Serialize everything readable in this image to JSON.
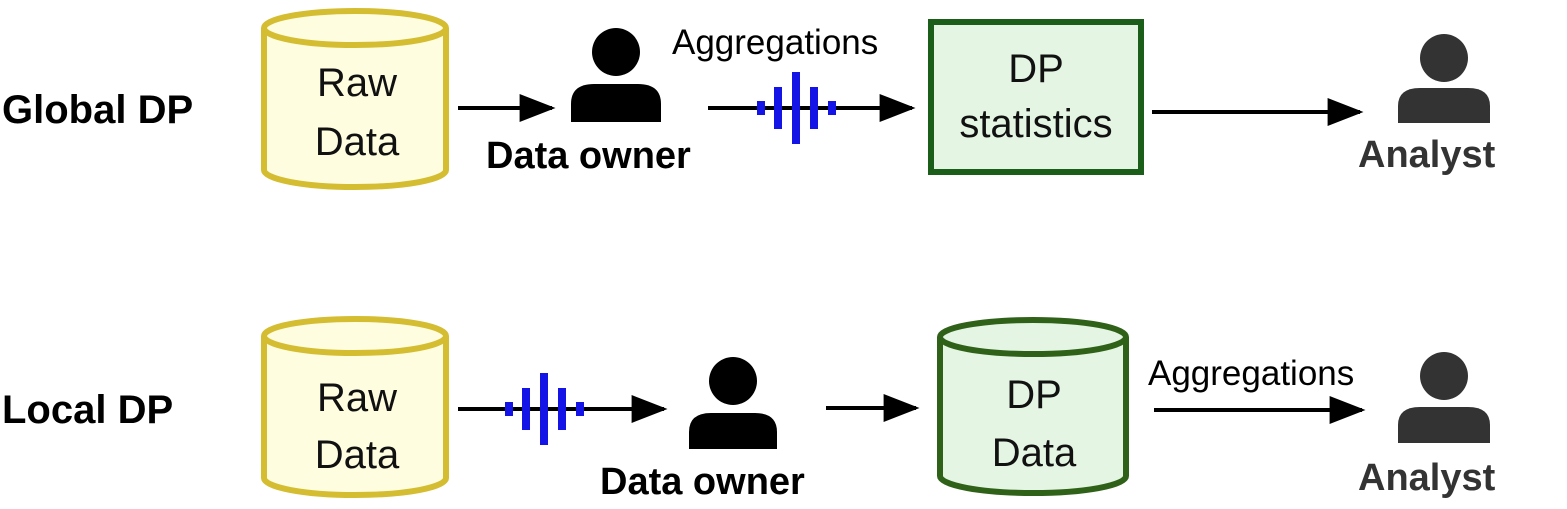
{
  "colors": {
    "raw_fill": "#fefde0",
    "raw_stroke": "#d4bd31",
    "dp_fill": "#e4f6e3",
    "dp_stroke_box": "#1a5e19",
    "dp_stroke_cyl": "#2f6218",
    "noise": "#1414e6",
    "owner": "#000000",
    "analyst": "#333333"
  },
  "icons": {
    "person": "person-icon",
    "noise": "noise-signal-icon",
    "arrow": "arrow-right-icon"
  },
  "global": {
    "title": "Global DP",
    "raw_line1": "Raw",
    "raw_line2": "Data",
    "owner_label": "Data owner",
    "aggregations": "Aggregations",
    "dp_line1": "DP",
    "dp_line2": "statistics",
    "analyst_label": "Analyst"
  },
  "local": {
    "title": "Local DP",
    "raw_line1": "Raw",
    "raw_line2": "Data",
    "owner_label": "Data owner",
    "dp_line1": "DP",
    "dp_line2": "Data",
    "aggregations": "Aggregations",
    "analyst_label": "Analyst"
  }
}
